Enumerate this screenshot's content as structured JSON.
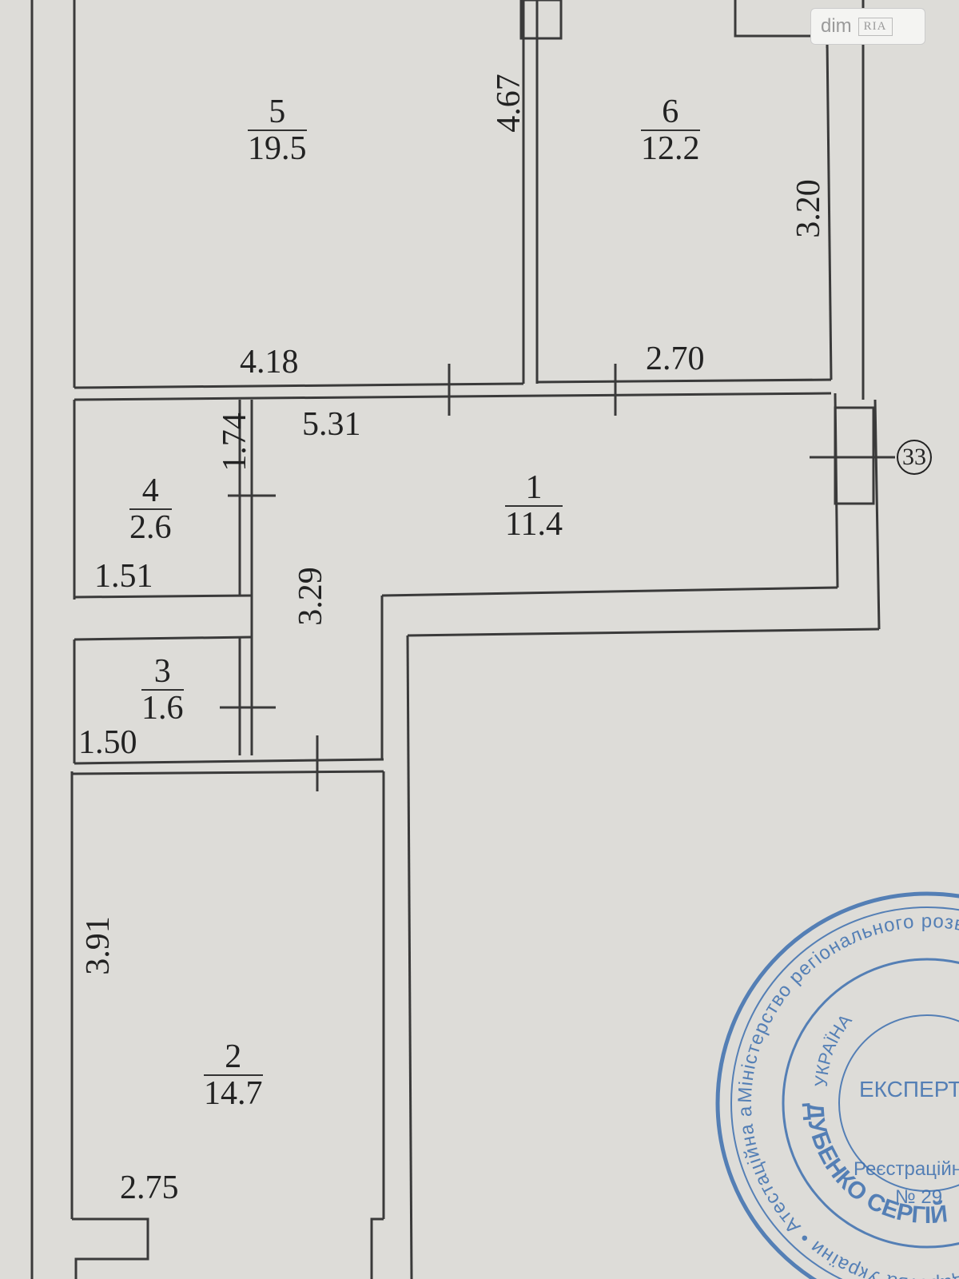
{
  "watermark": {
    "brand": "dim",
    "sub": "RIA"
  },
  "rooms": [
    {
      "number": "1",
      "area": "11.4"
    },
    {
      "number": "2",
      "area": "14.7"
    },
    {
      "number": "3",
      "area": "1.6"
    },
    {
      "number": "4",
      "area": "2.6"
    },
    {
      "number": "5",
      "area": "19.5"
    },
    {
      "number": "6",
      "area": "12.2"
    }
  ],
  "dimensions": {
    "d467": "4.67",
    "d320": "3.20",
    "d418": "4.18",
    "d270": "2.70",
    "d531": "5.31",
    "d174": "1.74",
    "d151": "1.51",
    "d329": "3.29",
    "d150": "1.50",
    "d391": "3.91",
    "d275": "2.75"
  },
  "marker": "33",
  "stamp": {
    "outer_text": "Міністерство регіонального розвитку, будівництва та житлово-комунального господарства України • Атестаційна архітектурно-будівельна комісія",
    "inner_text": "ДУБЕНКО СЕРГІЙ",
    "top_text": "УКРАЇНА",
    "center_text": "ЕКСПЕРТ",
    "reg_text": "Реєстраційний",
    "reg_no": "№ 29"
  },
  "colors": {
    "paper": "#dddcd8",
    "line": "#3a3a3a",
    "stamp": "#3d6fb0"
  }
}
